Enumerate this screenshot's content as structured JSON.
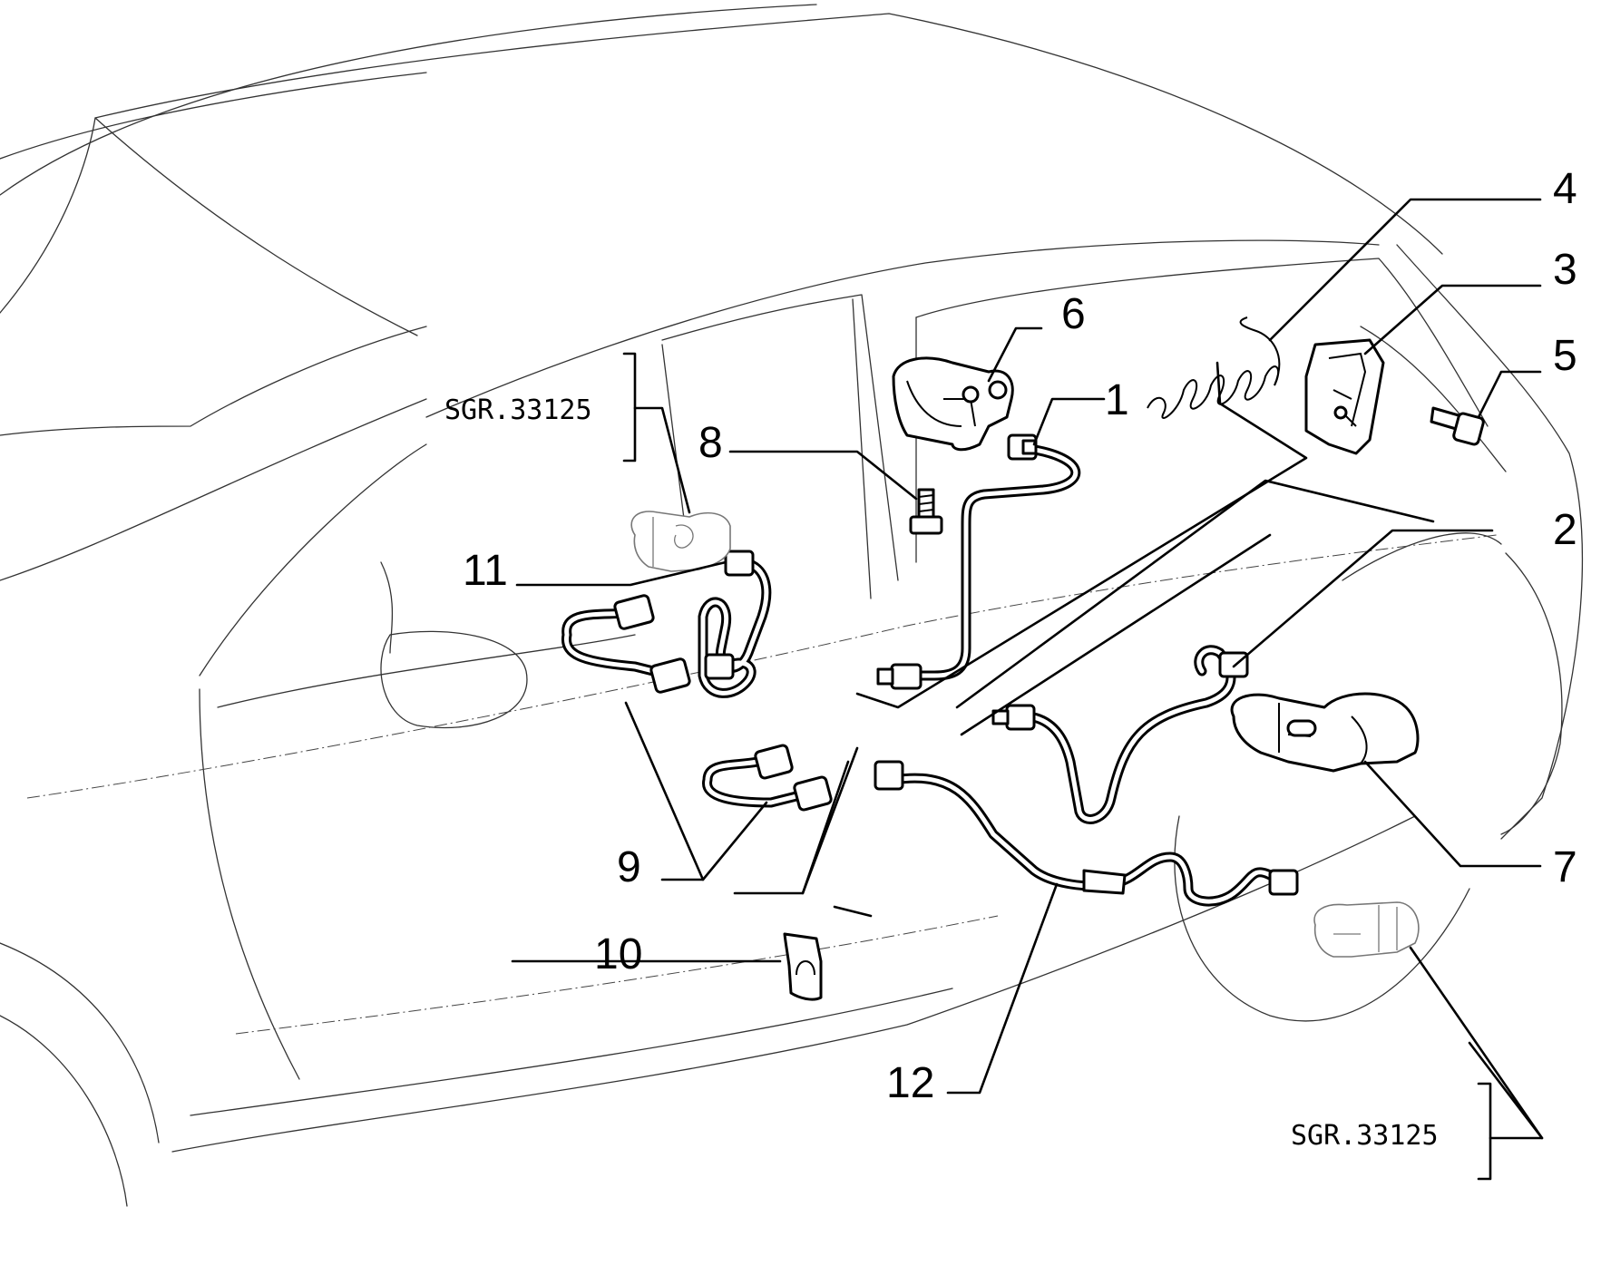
{
  "callouts": {
    "c1": "1",
    "c2": "2",
    "c3": "3",
    "c4": "4",
    "c5": "5",
    "c6": "6",
    "c7": "7",
    "c8": "8",
    "c9": "9",
    "c10": "10",
    "c11": "11",
    "c12": "12"
  },
  "references": {
    "upper_left": "SGR.33125",
    "lower_right": "SGR.33125"
  }
}
